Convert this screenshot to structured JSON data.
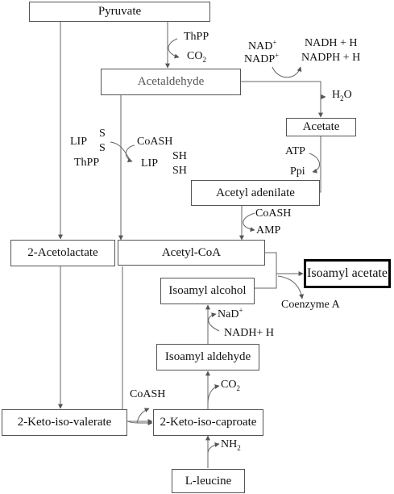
{
  "nodes": {
    "pyruvate": "Pyruvate",
    "acetaldehyde": "Acetaldehyde",
    "acetate": "Acetate",
    "acetyl_adenilate": "Acetyl adenilate",
    "acetolactate": "2-Acetolactate",
    "acetyl_coa": "Acetyl-CoA",
    "isoamyl_acetate": "Isoamyl acetate",
    "isoamyl_alcohol": "Isoamyl alcohol",
    "isoamyl_aldehyde": "Isoamyl aldehyde",
    "keto_valerate": "2-Keto-iso-valerate",
    "keto_caproate": "2-Keto-iso-caproate",
    "leucine": "L-leucine"
  },
  "cofactors": {
    "thpp_in": "ThPP",
    "co2_out": {
      "base": "CO",
      "sub": "2"
    },
    "nad_in": {
      "base": "NAD",
      "sup": "+"
    },
    "nadp_in": {
      "base": "NADP",
      "sup": "+"
    },
    "nadh_out": "NADH + H",
    "nadph_out": "NADPH + H",
    "h2o_out": {
      "base": "H",
      "sub": "2",
      "tail": "O"
    },
    "lip_s": "LIP",
    "s_top": "S",
    "s_bottom": "S",
    "thpp_out": "ThPP",
    "coash_in": "CoASH",
    "lip_sh": "LIP",
    "sh_top": "SH",
    "sh_bottom": "SH",
    "atp_in": "ATP",
    "ppi_out": "Ppi",
    "coash_in2": "CoASH",
    "amp_out": "AMP",
    "coenzyme_a": "Coenzyme A",
    "nad_in2": {
      "base": "NaD",
      "sup": "+"
    },
    "nadh_out2": "NADH+ H",
    "co2_out2": {
      "base": "CO",
      "sub": "2"
    },
    "coash_in3": "CoASH",
    "nh2_out": {
      "base": "NH",
      "sub": "2"
    }
  },
  "colors": {
    "line": "#666666",
    "box_border": "#555555",
    "highlight_border": "#000000"
  }
}
